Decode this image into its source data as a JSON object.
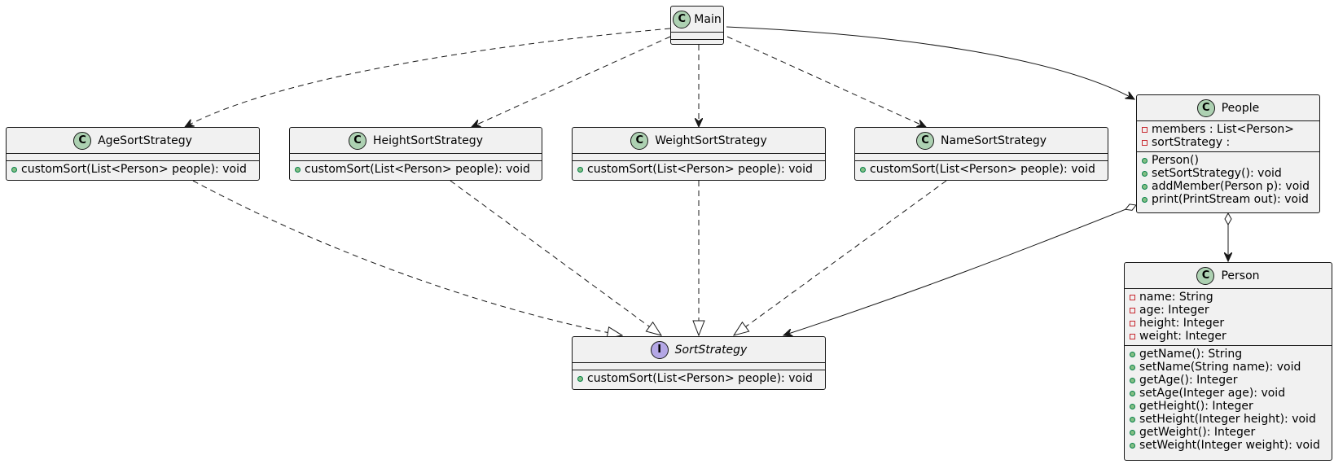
{
  "classes": {
    "main": {
      "kind": "C",
      "name": "Main",
      "attributes": [],
      "methods": []
    },
    "age": {
      "kind": "C",
      "name": "AgeSortStrategy",
      "attributes": [],
      "methods": [
        {
          "vis": "public",
          "text": "customSort(List<Person> people): void"
        }
      ]
    },
    "height": {
      "kind": "C",
      "name": "HeightSortStrategy",
      "attributes": [],
      "methods": [
        {
          "vis": "public",
          "text": "customSort(List<Person> people): void"
        }
      ]
    },
    "weight": {
      "kind": "C",
      "name": "WeightSortStrategy",
      "attributes": [],
      "methods": [
        {
          "vis": "public",
          "text": "customSort(List<Person> people): void"
        }
      ]
    },
    "namestrat": {
      "kind": "C",
      "name": "NameSortStrategy",
      "attributes": [],
      "methods": [
        {
          "vis": "public",
          "text": "customSort(List<Person> people): void"
        }
      ]
    },
    "people": {
      "kind": "C",
      "name": "People",
      "attributes": [
        {
          "vis": "private",
          "text": "members : List<Person>"
        },
        {
          "vis": "private",
          "text": "sortStrategy :"
        }
      ],
      "methods": [
        {
          "vis": "public",
          "text": "Person()"
        },
        {
          "vis": "public",
          "text": "setSortStrategy(): void"
        },
        {
          "vis": "public",
          "text": "addMember(Person p): void"
        },
        {
          "vis": "public",
          "text": "print(PrintStream out): void"
        }
      ]
    },
    "person": {
      "kind": "C",
      "name": "Person",
      "attributes": [
        {
          "vis": "private",
          "text": "name: String"
        },
        {
          "vis": "private",
          "text": "age: Integer"
        },
        {
          "vis": "private",
          "text": "height: Integer"
        },
        {
          "vis": "private",
          "text": "weight: Integer"
        }
      ],
      "methods": [
        {
          "vis": "public",
          "text": "getName(): String"
        },
        {
          "vis": "public",
          "text": "setName(String name): void"
        },
        {
          "vis": "public",
          "text": "getAge(): Integer"
        },
        {
          "vis": "public",
          "text": "setAge(Integer age): void"
        },
        {
          "vis": "public",
          "text": "getHeight(): Integer"
        },
        {
          "vis": "public",
          "text": "setHeight(Integer height): void"
        },
        {
          "vis": "public",
          "text": "getWeight(): Integer"
        },
        {
          "vis": "public",
          "text": "setWeight(Integer weight): void"
        }
      ]
    },
    "sortstrategy": {
      "kind": "I",
      "name": "SortStrategy",
      "italic": true,
      "attributes": [],
      "methods": [
        {
          "vis": "public",
          "text": "customSort(List<Person> people): void"
        }
      ]
    }
  },
  "relations": [
    {
      "from": "Main",
      "to": "AgeSortStrategy",
      "type": "dependency"
    },
    {
      "from": "Main",
      "to": "HeightSortStrategy",
      "type": "dependency"
    },
    {
      "from": "Main",
      "to": "WeightSortStrategy",
      "type": "dependency"
    },
    {
      "from": "Main",
      "to": "NameSortStrategy",
      "type": "dependency"
    },
    {
      "from": "Main",
      "to": "People",
      "type": "association"
    },
    {
      "from": "AgeSortStrategy",
      "to": "SortStrategy",
      "type": "realization"
    },
    {
      "from": "HeightSortStrategy",
      "to": "SortStrategy",
      "type": "realization"
    },
    {
      "from": "WeightSortStrategy",
      "to": "SortStrategy",
      "type": "realization"
    },
    {
      "from": "NameSortStrategy",
      "to": "SortStrategy",
      "type": "realization"
    },
    {
      "from": "People",
      "to": "SortStrategy",
      "type": "aggregation"
    },
    {
      "from": "People",
      "to": "Person",
      "type": "aggregation"
    }
  ],
  "colors": {
    "class_badge": "#add1b2",
    "interface_badge": "#b4a7e5",
    "box_fill": "#f1f1f1",
    "line": "#181818",
    "public_fill": "#84be84",
    "private_border": "#c82930"
  }
}
